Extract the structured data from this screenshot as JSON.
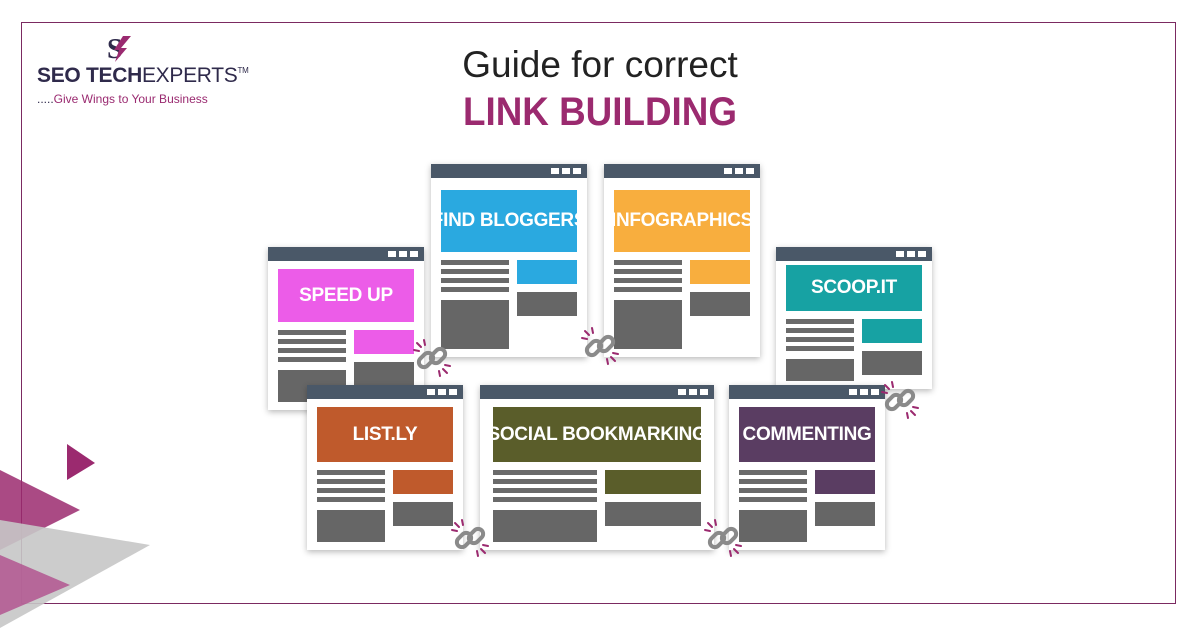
{
  "brand": {
    "name_part1": "SEO TECH",
    "name_part2": "EXPERTS",
    "trademark": "TM",
    "tagline_dots": ".....",
    "tagline": "Give Wings to Your Business"
  },
  "heading": {
    "line1": "Guide for correct",
    "line2": "LINK BUILDING"
  },
  "cards": [
    {
      "label": "SPEED UP",
      "color": "#ec5ce8"
    },
    {
      "label": "FIND BLOGGERS",
      "color": "#2aa9e0"
    },
    {
      "label": "INFOGRAPHICS",
      "color": "#f8ae3e"
    },
    {
      "label": "SCOOP.IT",
      "color": "#17a2a3"
    },
    {
      "label": "LIST.LY",
      "color": "#bf5a2c"
    },
    {
      "label": "SOCIAL BOOKMARKING",
      "color": "#5a5d2a"
    },
    {
      "label": "COMMENTING",
      "color": "#5a3d62"
    }
  ],
  "colors": {
    "brand_purple": "#9b2a6f",
    "window_bar": "#4a5868",
    "content_gray": "#666666"
  },
  "icons": [
    "chain-link-icon",
    "logo-mark-icon",
    "decorative-triangle"
  ]
}
